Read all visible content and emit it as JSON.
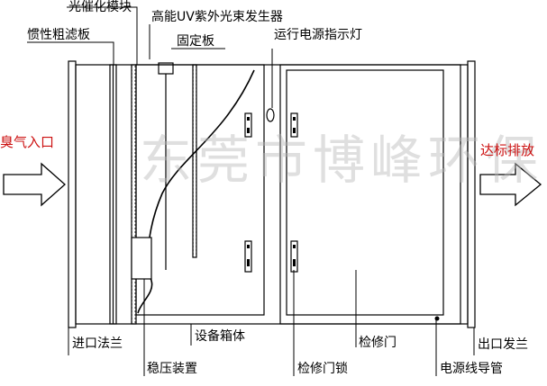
{
  "labels": {
    "uv_light_bundle": "高能UV紫外光束发生器",
    "photocatalyst_module": "光催化模块",
    "coarse_filter": "惯性粗滤板",
    "fixing_plate": "固定板",
    "power_indicator": "运行电源指示灯",
    "odor_inlet": "臭气入口",
    "compliant_discharge": "达标排放",
    "inlet_flange": "进口法兰",
    "equipment_box": "设备箱体",
    "maintenance_door": "检修门",
    "outlet_flange": "出口发兰",
    "voltage_regulator": "稳压装置",
    "door_lock": "检修门锁",
    "power_conduit": "电源线导管"
  },
  "watermark": "东莞市博峰环保",
  "colors": {
    "line": "#000000",
    "flow_label": "#cc1010",
    "watermark": "#b9b9b9"
  }
}
